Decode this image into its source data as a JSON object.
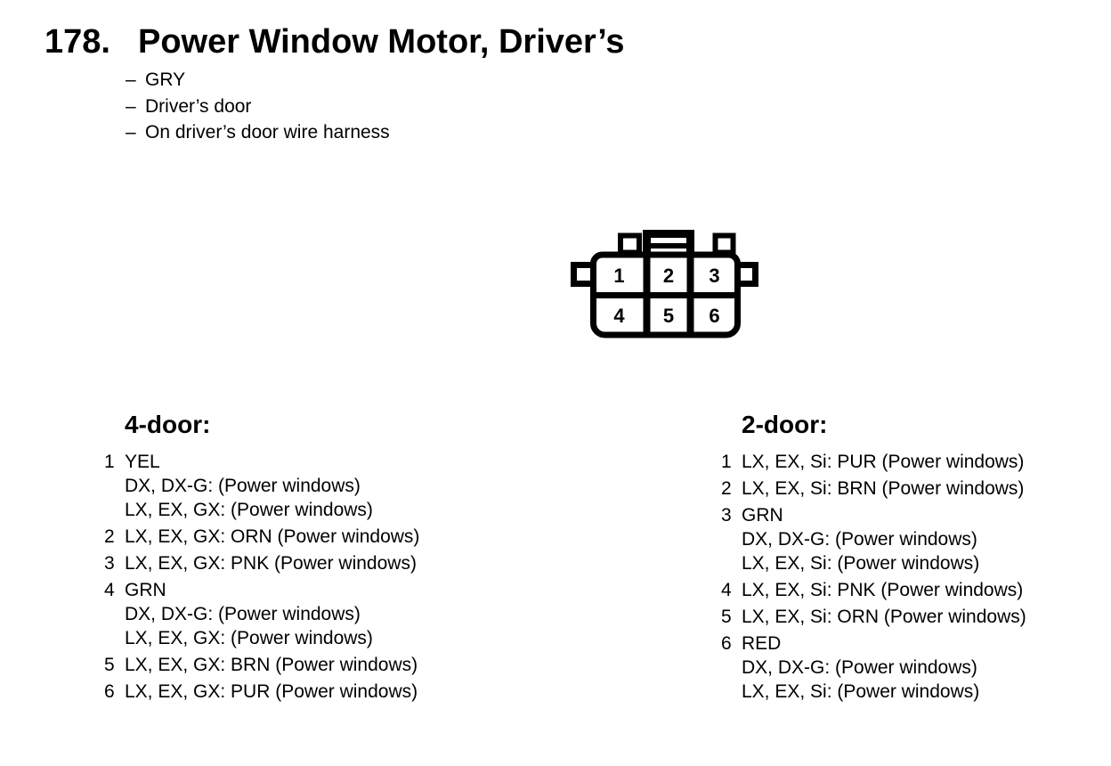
{
  "page": {
    "number_label": "178.",
    "title": "Power Window Motor, Driver’s",
    "dash": "–",
    "notes": [
      "GRY",
      "Driver’s door",
      "On driver’s door wire harness"
    ]
  },
  "connector": {
    "description": "6-cavity connector, 2 rows of 3, viewed with latch tab on top",
    "pins": [
      "1",
      "2",
      "3",
      "4",
      "5",
      "6"
    ],
    "line_color": "#000000",
    "fill_color": "#ffffff"
  },
  "columns": [
    {
      "heading": "4-door:",
      "entries": [
        {
          "pin": "1",
          "lines": [
            "YEL",
            "DX, DX-G: (Power windows)",
            "LX, EX, GX: (Power windows)"
          ]
        },
        {
          "pin": "2",
          "lines": [
            "LX, EX, GX: ORN (Power windows)"
          ]
        },
        {
          "pin": "3",
          "lines": [
            "LX, EX, GX: PNK (Power windows)"
          ]
        },
        {
          "pin": "4",
          "lines": [
            "GRN",
            "DX, DX-G: (Power windows)",
            "LX, EX, GX: (Power windows)"
          ]
        },
        {
          "pin": "5",
          "lines": [
            "LX, EX, GX: BRN (Power windows)"
          ]
        },
        {
          "pin": "6",
          "lines": [
            "LX, EX, GX: PUR (Power windows)"
          ]
        }
      ]
    },
    {
      "heading": "2-door:",
      "entries": [
        {
          "pin": "1",
          "lines": [
            "LX, EX, Si: PUR (Power windows)"
          ]
        },
        {
          "pin": "2",
          "lines": [
            "LX, EX, Si: BRN (Power windows)"
          ]
        },
        {
          "pin": "3",
          "lines": [
            "GRN",
            "DX, DX-G: (Power windows)",
            "LX, EX, Si: (Power windows)"
          ]
        },
        {
          "pin": "4",
          "lines": [
            "LX, EX, Si: PNK (Power windows)"
          ]
        },
        {
          "pin": "5",
          "lines": [
            "LX, EX, Si: ORN (Power windows)"
          ]
        },
        {
          "pin": "6",
          "lines": [
            "RED",
            "DX, DX-G: (Power windows)",
            "LX, EX, Si: (Power windows)"
          ]
        }
      ]
    }
  ]
}
